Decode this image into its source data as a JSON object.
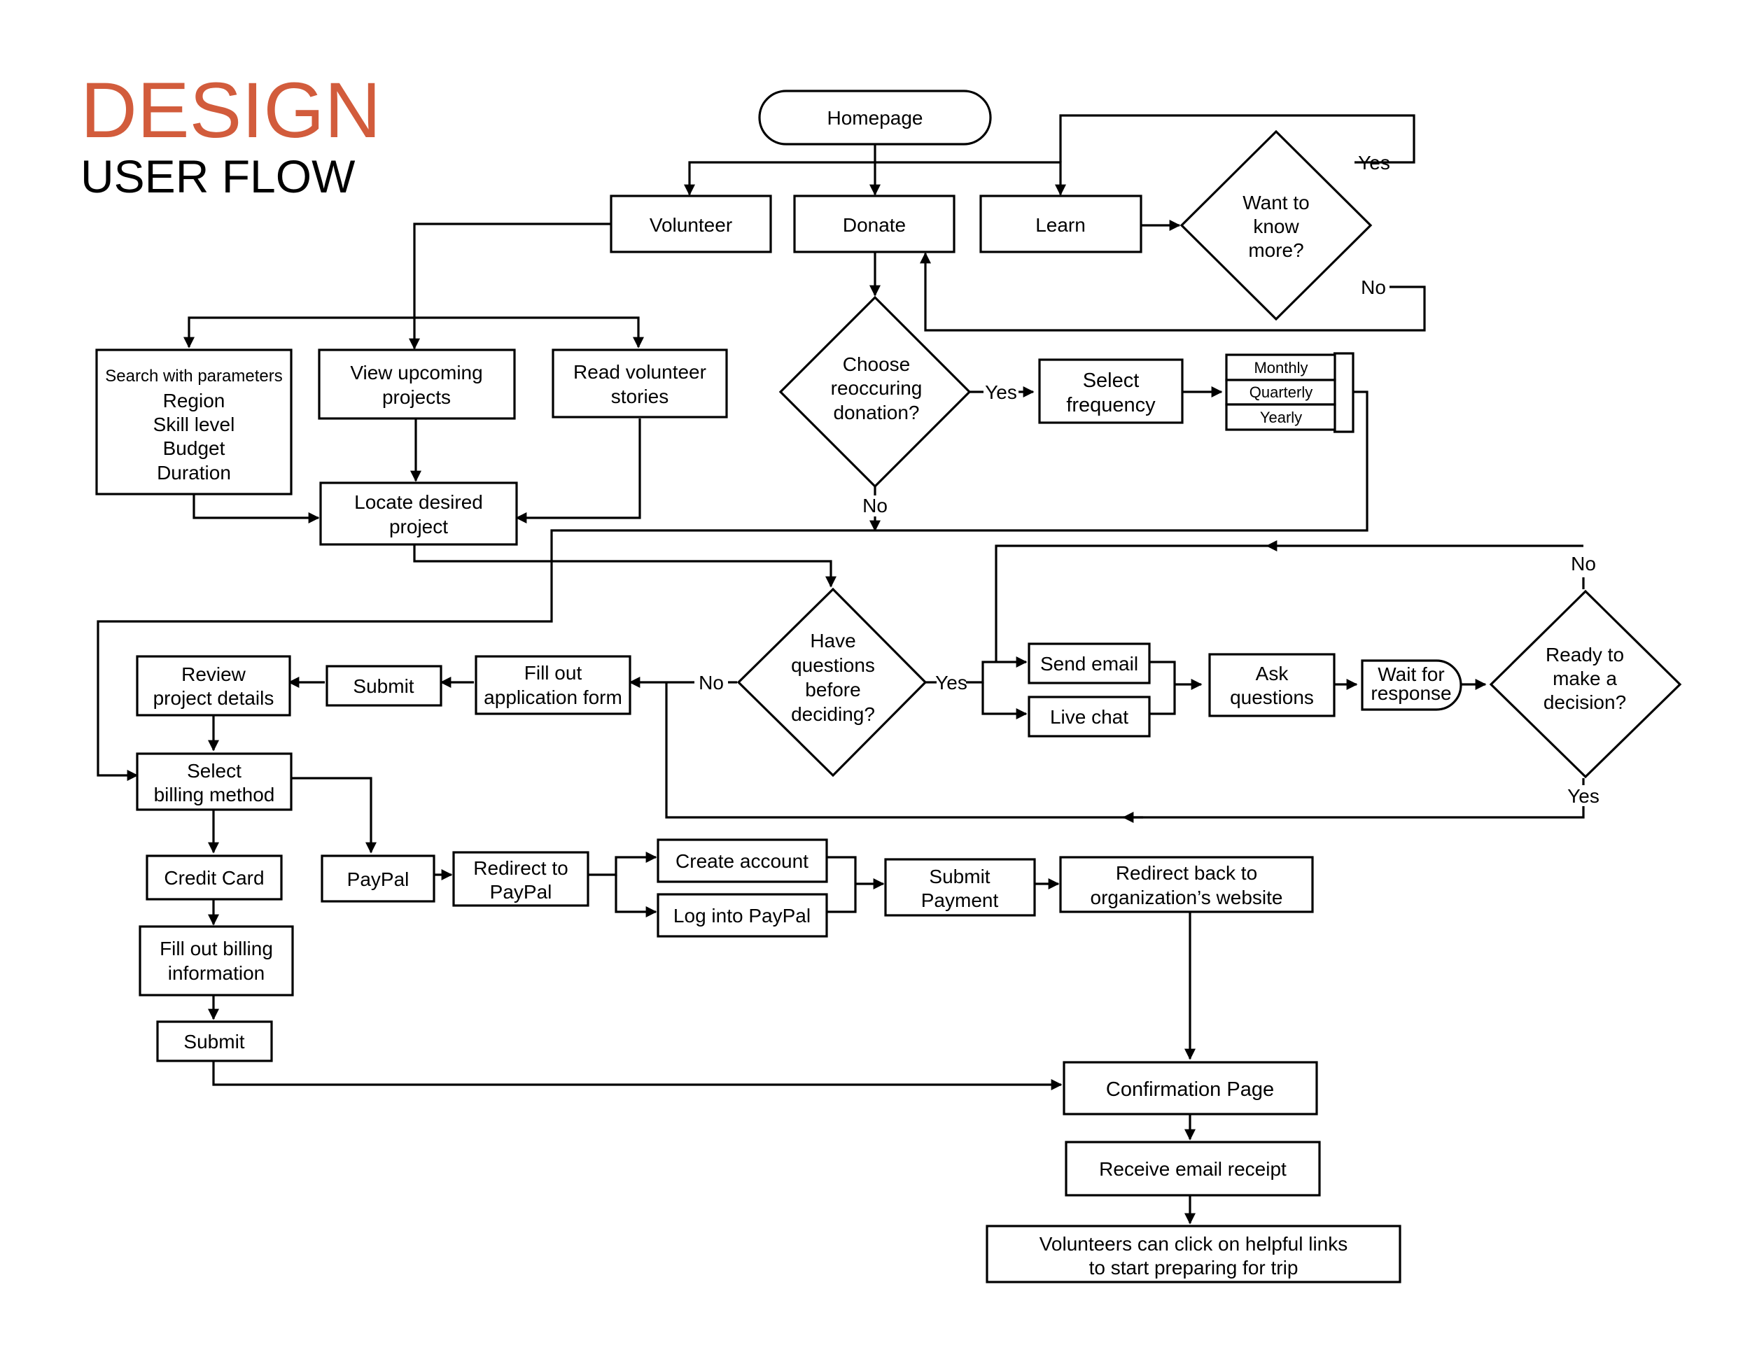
{
  "title": {
    "main": "DESIGN",
    "sub": "USER FLOW"
  },
  "nodes": {
    "homepage": "Homepage",
    "volunteer": "Volunteer",
    "donate": "Donate",
    "learn": "Learn",
    "want_more": [
      "Want to",
      "know",
      "more?"
    ],
    "search_params": [
      "Search with parameters",
      "Region",
      "Skill level",
      "Budget",
      "Duration"
    ],
    "view_projects": [
      "View upcoming",
      "projects"
    ],
    "read_stories": [
      "Read volunteer",
      "stories"
    ],
    "choose_recurring": [
      "Choose",
      "reoccuring",
      "donation?"
    ],
    "select_frequency": [
      "Select",
      "frequency"
    ],
    "freq_options": [
      "Monthly",
      "Quarterly",
      "Yearly"
    ],
    "locate_project": [
      "Locate desired",
      "project"
    ],
    "have_questions": [
      "Have",
      "questions",
      "before",
      "deciding?"
    ],
    "send_email": "Send email",
    "live_chat": "Live chat",
    "ask_questions": [
      "Ask",
      "questions"
    ],
    "wait_response": [
      "Wait for",
      "response"
    ],
    "ready_decision": [
      "Ready to",
      "make a",
      "decision?"
    ],
    "review_details": [
      "Review",
      "project details"
    ],
    "submit_1": "Submit",
    "fill_application": [
      "Fill out",
      "application form"
    ],
    "select_billing": [
      "Select",
      "billing method"
    ],
    "credit_card": "Credit Card",
    "paypal": "PayPal",
    "redirect_paypal": [
      "Redirect to",
      "PayPal"
    ],
    "create_account": "Create account",
    "log_paypal": "Log into PayPal",
    "submit_payment": [
      "Submit",
      "Payment"
    ],
    "redirect_back": [
      "Redirect back to",
      "organization’s website"
    ],
    "fill_billing": [
      "Fill out billing",
      "information"
    ],
    "submit_2": "Submit",
    "confirmation": "Confirmation Page",
    "email_receipt": "Receive email receipt",
    "helpful_links": [
      "Volunteers can click on helpful links",
      "to start preparing for trip"
    ]
  },
  "edge_labels": {
    "yes_want_more": "Yes",
    "no_want_more": "No",
    "yes_recurring": "Yes",
    "no_recurring": "No",
    "no_questions": "No",
    "yes_questions": "Yes",
    "no_ready": "No",
    "yes_ready": "Yes"
  }
}
